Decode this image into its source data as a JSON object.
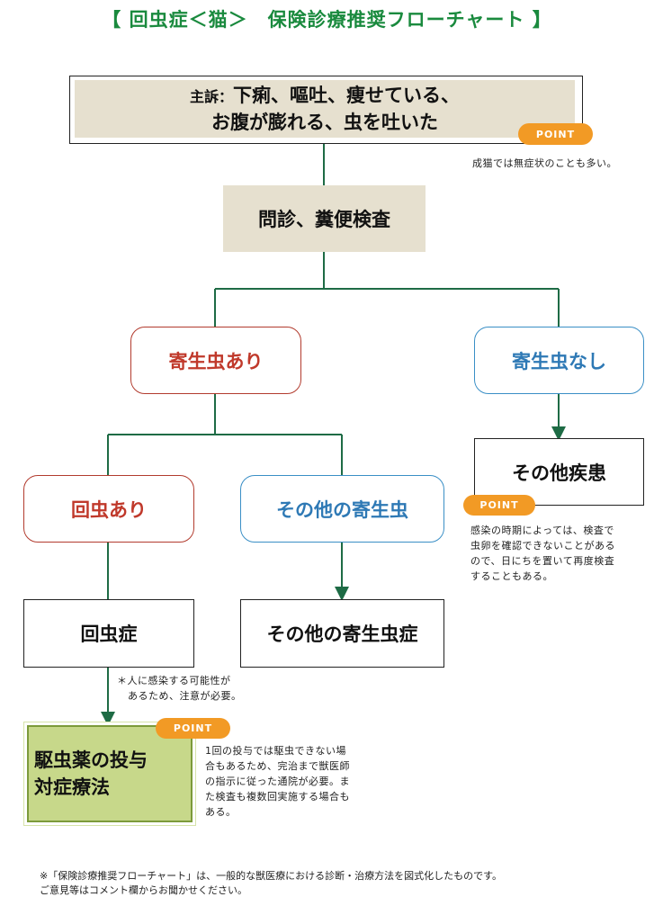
{
  "title": "【 回虫症＜猫＞　保険診療推奨フローチャート 】",
  "complaint": {
    "label": "主訴：",
    "line1": "下痢、嘔吐、痩せている、",
    "line2": "お腹が膨れる、虫を吐いた"
  },
  "point_label": "POINT",
  "note_complaint": "成猫では無症状のことも多い。",
  "exam": "問診、糞便検査",
  "parasite_yes": "寄生虫あり",
  "parasite_no": "寄生虫なし",
  "roundworm_yes": "回虫あり",
  "other_parasite": "その他の寄生虫",
  "other_disease": "その他疾患",
  "note_other_disease": [
    "感染の時期によっては、検査で",
    "虫卵を確認できないことがある",
    "ので、日にちを置いて再度検査",
    "することもある。"
  ],
  "roundworm_disease": "回虫症",
  "other_parasite_disease": "その他の寄生虫症",
  "note_human": [
    "＊人に感染する可能性が",
    "あるため、注意が必要。"
  ],
  "treatment": [
    "駆虫薬の投与",
    "対症療法"
  ],
  "note_treatment": [
    "1回の投与では駆虫できない場",
    "合もあるため、完治まで獣医師",
    "の指示に従った通院が必要。ま",
    "た検査も複数回実施する場合も",
    "ある。"
  ],
  "footer": [
    "※「保険診療推奨フローチャート」は、一般的な獣医療における診断・治療方法を図式化したものです。",
    "ご意見等はコメント欄からお聞かせください。"
  ],
  "colors": {
    "title": "#1a8a3e",
    "connector": "#1e6b45",
    "tan": "#e6e0cf",
    "red": "#c0392b",
    "blue": "#2e79b5",
    "green_fill": "#c7d88a",
    "point": "#f29a25"
  }
}
